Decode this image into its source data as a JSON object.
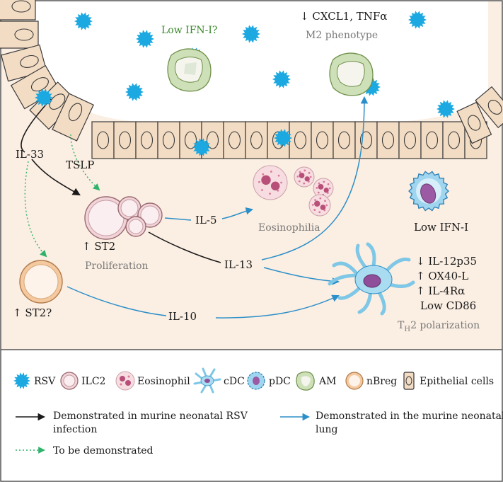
{
  "top": {
    "low_ifn_question": "Low IFN-I?",
    "cxcl1_tnfa": "↓ CXCL1, TNFα",
    "m2_phenotype": "M2 phenotype"
  },
  "cytokines": {
    "il33": "IL-33",
    "tslp": "TSLP",
    "il5": "IL-5",
    "il13": "IL-13",
    "il10": "IL-10"
  },
  "cells": {
    "ilc2_st2": "↑ ST2",
    "proliferation": "Proliferation",
    "eosinophilia": "Eosinophilia",
    "nbreg_st2": "↑ ST2?",
    "pdc_low_ifn": "Low IFN-I",
    "cdc_markers": [
      "↓ IL-12p35",
      "↑ OX40-L",
      "↑ IL-4Rα",
      "Low CD86"
    ],
    "th2_prefix": "T",
    "th2_sub": "H",
    "th2_suffix": "2 polarization"
  },
  "legend": {
    "items": [
      {
        "icon": "rsv-icon",
        "label": "RSV"
      },
      {
        "icon": "ilc2-icon",
        "label": "ILC2"
      },
      {
        "icon": "eosinophil-icon",
        "label": "Eosinophil"
      },
      {
        "icon": "cdc-icon",
        "label": "cDC"
      },
      {
        "icon": "pdc-icon",
        "label": "pDC"
      },
      {
        "icon": "am-icon",
        "label": "AM"
      },
      {
        "icon": "nbreg-icon",
        "label": "nBreg"
      },
      {
        "icon": "epithelial-icon",
        "label": "Epithelial cells"
      }
    ],
    "black_arrow_line1": "Demonstrated in murine neonatal RSV",
    "black_arrow_line2": "infection",
    "blue_arrow_line1": "Demonstrated in the murine neonatal",
    "blue_arrow_line2": "lung",
    "green_arrow": "To be demonstrated"
  },
  "colors": {
    "background": "#fbeee2",
    "lumen": "#ffffff",
    "epithelium": "#f3dcc4",
    "rsv": "#1ca8e0",
    "blue_arrow": "#2b8fc9",
    "black_arrow": "#1a1a1a",
    "green_arrow": "#2fb36b",
    "ilc2": "#e9c3c9",
    "am": "#a9c98a",
    "nbreg": "#f4c9a0",
    "eosinophil": "#f2cfd6",
    "cdc": "#8fd0ea",
    "pdc": "#9fd5ee"
  }
}
